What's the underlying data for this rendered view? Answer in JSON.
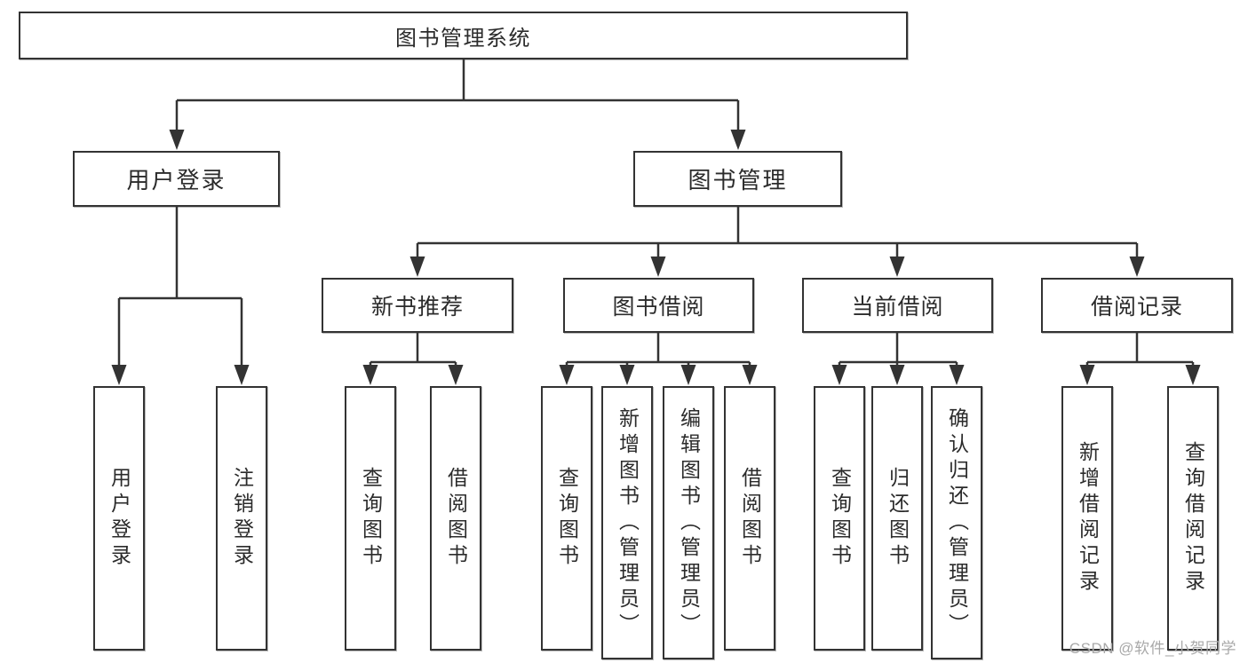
{
  "diagram": {
    "title": "图书管理系统",
    "level2": {
      "user_login": "用户登录",
      "book_management": "图书管理"
    },
    "level3": {
      "new_book_recommend": "新书推荐",
      "book_borrow": "图书借阅",
      "current_borrow": "当前借阅",
      "borrow_records": "借阅记录"
    },
    "leaves": {
      "user_login": [
        "用户登录",
        "注销登录"
      ],
      "new_book_recommend": [
        "查询图书",
        "借阅图书"
      ],
      "book_borrow": [
        "查询图书",
        "新增图书（管理员）",
        "编辑图书（管理员）",
        "借阅图书"
      ],
      "current_borrow": [
        "查询图书",
        "归还图书",
        "确认归还（管理员）"
      ],
      "borrow_records": [
        "新增借阅记录",
        "查询借阅记录"
      ]
    },
    "watermark": "CSDN @软件_小贺同学"
  },
  "colors": {
    "line": "#333333",
    "box_border": "#333333",
    "text": "#2b2b2b",
    "watermark": "#a9a9a9",
    "background": "#ffffff"
  }
}
